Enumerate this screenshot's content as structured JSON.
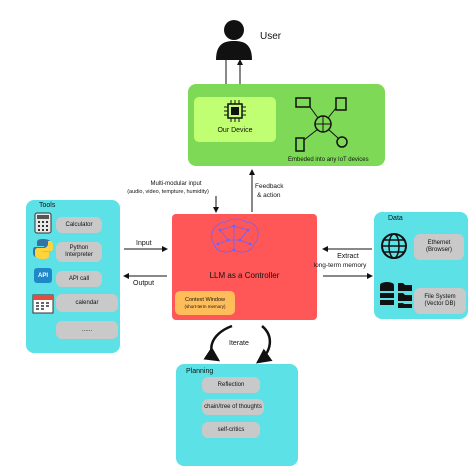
{
  "user": {
    "label": "User"
  },
  "device_panel": {
    "device_label": "Our Device",
    "iot_label": "Embeded into any IoT devices"
  },
  "arrows": {
    "input_top": "Multi-modular input",
    "input_top_sub": "(audio, video, tempture, humidity)",
    "feedback": "Feedback",
    "feedback_sub": "& action",
    "input": "Input",
    "output": "Output",
    "extract": "Extract",
    "extract_sub": "long-term memory",
    "iterate": "Iterate"
  },
  "tools": {
    "title": "Tools",
    "items": [
      "Calculator",
      "Python Interpreter",
      "API call",
      "calendar",
      "......"
    ],
    "api_badge": "API"
  },
  "controller": {
    "title": "LLM as a Controller",
    "context_window": "Context Window",
    "context_window_sub": "(short-term memory)"
  },
  "data": {
    "title": "Data",
    "items": [
      "Ethernet (Browser)",
      "File System (Vector DB)"
    ]
  },
  "planning": {
    "title": "Planning",
    "items": [
      "Reflection",
      "chain/tree of thoughts",
      "self-critics"
    ]
  },
  "colors": {
    "green_panel": "#7ed957",
    "device_inner": "#c1ff72",
    "cyan_panel": "#5ce1e6",
    "red_controller": "#ff5757",
    "context_box": "#ffbd59",
    "pill": "#c9c9c9"
  }
}
